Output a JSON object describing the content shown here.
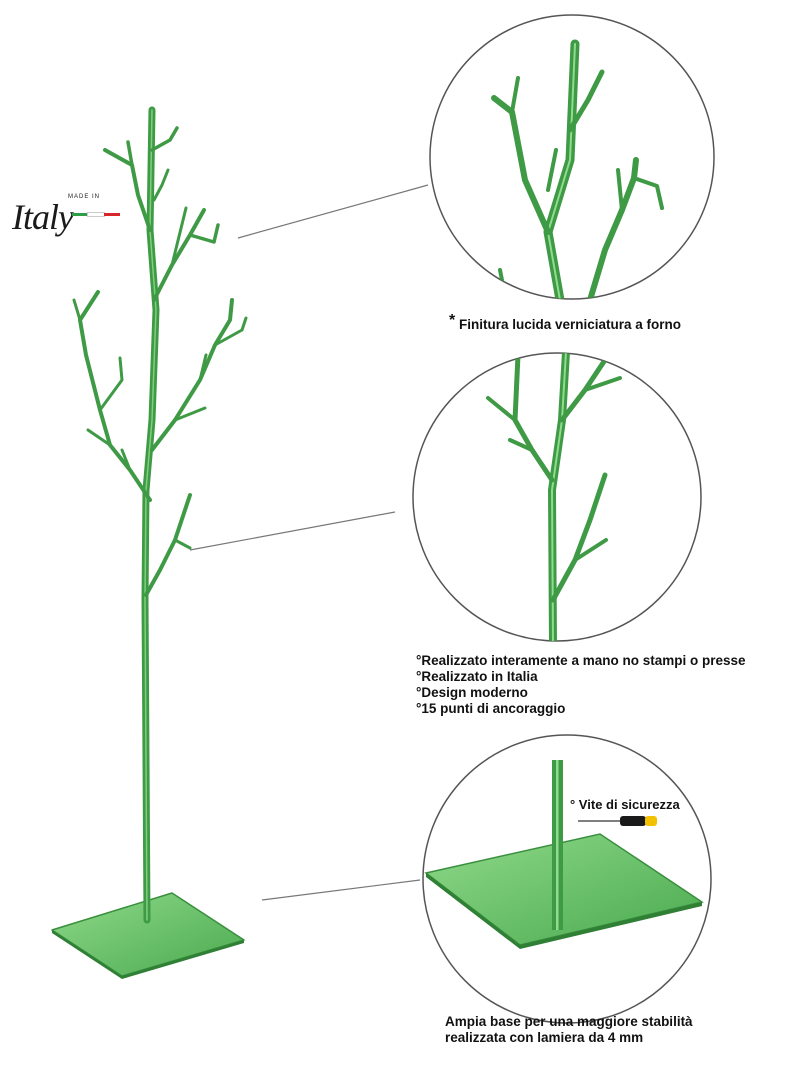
{
  "logo": {
    "made_in": "MADE IN",
    "word": "Italy"
  },
  "captions": {
    "finish_marker": "*",
    "finish": "Finitura lucida verniciatura a forno",
    "features": [
      "°Realizzato interamente a mano no stampi o presse",
      "°Realizzato in Italia",
      "°Design moderno",
      "°15 punti di ancoraggio"
    ],
    "screw": "° Vite di sicurezza",
    "base_line1": "Ampia base per una maggiore stabilità",
    "base_line2": "realizzata con lamiera da 4 mm"
  },
  "colors": {
    "product_green": "#3f9a45",
    "product_green_light": "#7fcf7f",
    "flag_green": "#2e9e46",
    "flag_white": "#ffffff",
    "flag_red": "#d8262d"
  }
}
